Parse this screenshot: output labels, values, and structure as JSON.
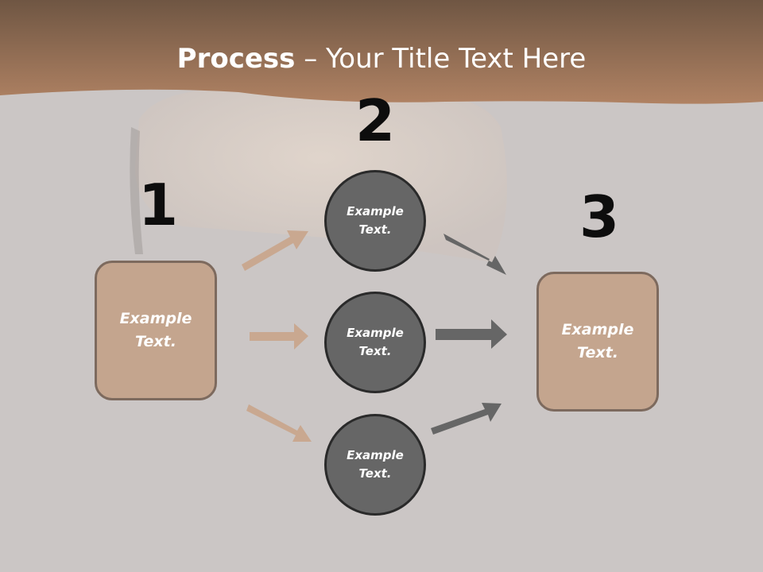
{
  "title": {
    "bold": "Process",
    "dash": "–",
    "rest": "Your Title Text Here"
  },
  "steps": [
    {
      "number": "1"
    },
    {
      "number": "2"
    },
    {
      "number": "3"
    }
  ],
  "left_box": {
    "line1": "Example",
    "line2": "Text."
  },
  "right_box": {
    "line1": "Example",
    "line2": "Text."
  },
  "circles": [
    {
      "line1": "Example",
      "line2": "Text."
    },
    {
      "line1": "Example",
      "line2": "Text."
    },
    {
      "line1": "Example",
      "line2": "Text."
    }
  ],
  "colors": {
    "banner": "#9c7458",
    "background": "#cbc6c5",
    "box_fill": "#c4a58e",
    "box_border": "#7d6a5e",
    "circle_fill": "#666666",
    "circle_border": "#2a2a2a",
    "arrow_light": "#c9a890",
    "arrow_dark": "#666666"
  }
}
